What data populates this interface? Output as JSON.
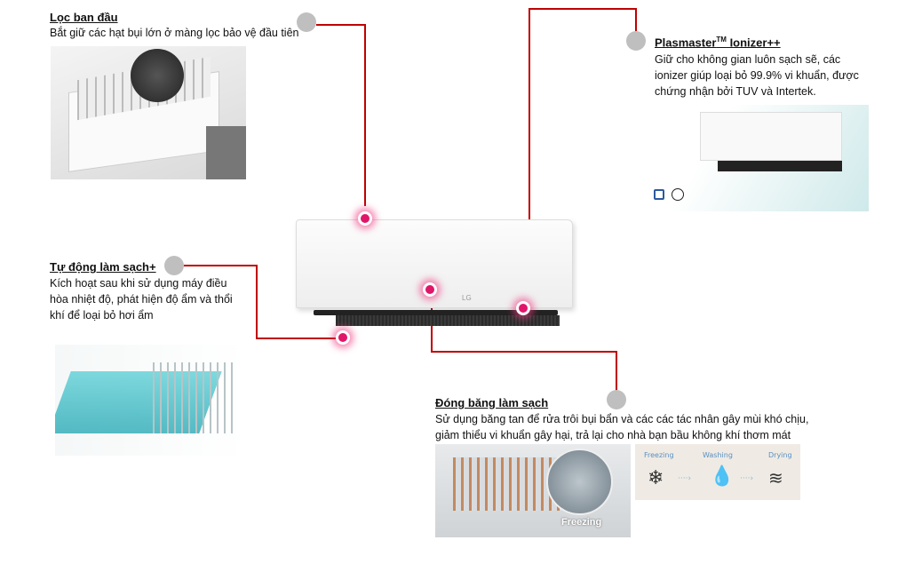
{
  "features": [
    {
      "title": "Lọc ban đầu",
      "desc": "Bắt giữ các hạt bụi lớn ở màng lọc bảo vệ đầu tiên"
    },
    {
      "title": "Plasmaster",
      "title_sup": "TM",
      "title_suffix": " Ionizer++",
      "desc": "Giữ cho không gian luôn sạch sẽ, các ionizer giúp loại bỏ 99.9% vi khuẩn, được chứng nhận bởi TUV và Intertek."
    },
    {
      "title": "Tự động làm sạch+",
      "desc": "Kích hoạt sau khi sử dụng máy điều hòa nhiệt độ, phát hiện độ ẩm và thổi khí để loại bỏ hơi ẩm"
    },
    {
      "title": "Đóng băng làm sạch",
      "desc": "Sử dụng băng tan để rửa trôi bụi bẩn và các các tác nhân gây mùi khó chịu, giảm thiểu vi khuẩn gây hại, trả lại cho nhà bạn bầu không khí thơm mát"
    }
  ],
  "freeze_image_label": "Freezing",
  "steps": [
    {
      "label": "Freezing",
      "icon": "snowflake-icon"
    },
    {
      "label": "Washing",
      "icon": "water-drop-snow-icon"
    },
    {
      "label": "Drying",
      "icon": "wind-icon"
    }
  ],
  "brand_logo": "LG",
  "colors": {
    "line": "#c00000",
    "hotspot": "#e0166b",
    "marker": "#bfbfbf"
  }
}
